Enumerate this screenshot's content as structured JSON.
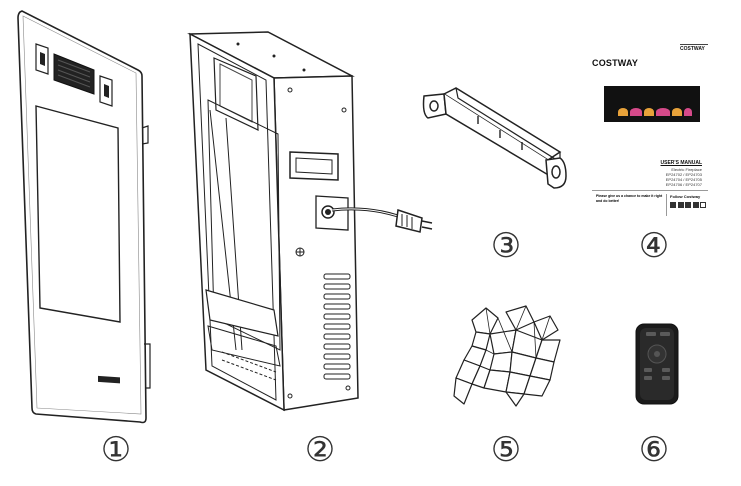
{
  "parts": [
    {
      "number": "①",
      "name": "front-glass-panel"
    },
    {
      "number": "②",
      "name": "firebox-housing"
    },
    {
      "number": "③",
      "name": "wall-mounting-bracket"
    },
    {
      "number": "④",
      "name": "users-manual"
    },
    {
      "number": "⑤",
      "name": "crystal-media"
    },
    {
      "number": "⑥",
      "name": "remote-control"
    }
  ],
  "manual": {
    "brand_top": "COSTWAY",
    "brand_logo": "COSTWAY",
    "title": "USER'S MANUAL",
    "lines": [
      "Electric Fireplace",
      "EP24702 / EP24703",
      "EP24704 / EP24705",
      "EP24706 / EP24707"
    ],
    "follow": "Follow Costway",
    "left_heading": "Please give us a chance to make it right and do better!"
  },
  "colors": {
    "ink": "#222222",
    "paper": "#ffffff",
    "screen": "#111111"
  }
}
